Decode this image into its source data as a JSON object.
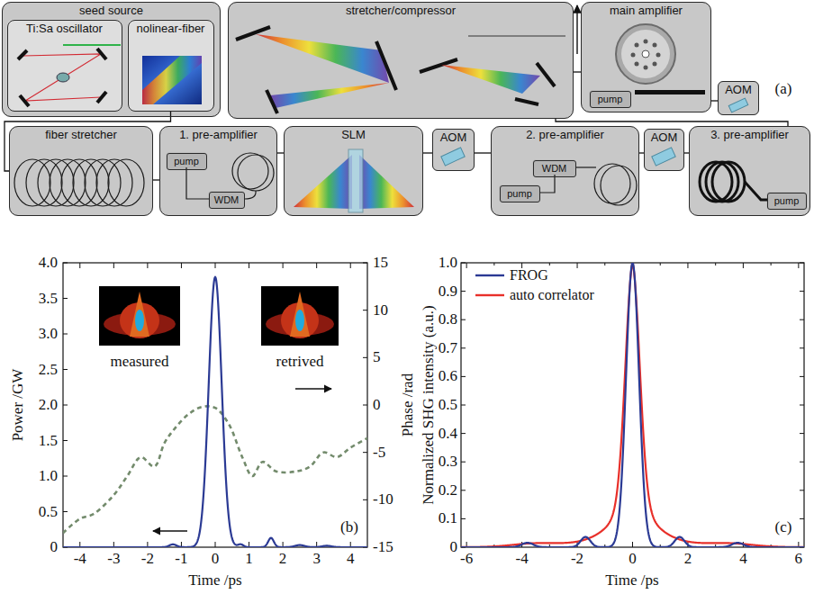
{
  "diagram": {
    "nodes": [
      {
        "text": [
          "seed source"
        ]
      },
      {
        "text": [
          "Ti:Sa oscillator"
        ],
        "in": 0
      },
      {
        "text": [
          "nolinear-fiber"
        ],
        "in": 0
      },
      {
        "text": [
          "stretcher/compressor"
        ]
      },
      {
        "text": [
          "main amplifier"
        ]
      },
      {
        "text": [
          "pump"
        ],
        "in": 4
      },
      {
        "text": [
          "AOM"
        ]
      },
      {
        "text": [
          "fiber stretcher"
        ]
      },
      {
        "text": [
          "1. pre-amplifier"
        ]
      },
      {
        "text": [
          "pump"
        ],
        "in": 8
      },
      {
        "text": [
          "WDM"
        ],
        "in": 8
      },
      {
        "text": [
          "SLM"
        ]
      },
      {
        "text": [
          "AOM"
        ]
      },
      {
        "text": [
          "2. pre-amplifier"
        ]
      },
      {
        "text": [
          "WDM"
        ],
        "in": 13
      },
      {
        "text": [
          "pump"
        ],
        "in": 13
      },
      {
        "text": [
          "AOM"
        ]
      },
      {
        "text": [
          "3. pre-amplifier"
        ]
      },
      {
        "text": [
          "pump"
        ],
        "in": 17
      }
    ],
    "edges": [
      {
        "from": 2,
        "to": 7,
        "arrow": "none"
      },
      {
        "from": 7,
        "to": 8,
        "arrow": "none"
      },
      {
        "from": 8,
        "to": 11,
        "arrow": "none"
      },
      {
        "from": 11,
        "to": 12,
        "arrow": "none"
      },
      {
        "from": 12,
        "to": 13,
        "arrow": "none"
      },
      {
        "from": 13,
        "to": 16,
        "arrow": "none"
      },
      {
        "from": 16,
        "to": 17,
        "arrow": "none"
      },
      {
        "from": 17,
        "to": 3,
        "arrow": "none"
      },
      {
        "from": 3,
        "to": 4,
        "arrow": "none"
      },
      {
        "from": 4,
        "to": 6,
        "arrow": "none"
      }
    ],
    "labels": [
      "(a)",
      "(b)",
      "(c)",
      "0",
      "0.5",
      "1.0",
      "1.5",
      "2.0",
      "2.5",
      "3.0",
      "3.5",
      "4.0",
      "15",
      "10",
      "5",
      "0",
      "-5",
      "-10",
      "-15",
      "-4",
      "-3",
      "-2",
      "-1",
      "0",
      "1",
      "2",
      "3",
      "4",
      "Power /GW",
      "Phase /rad",
      "Time /ps",
      "measured",
      "retrived",
      "0",
      "0.1",
      "0.2",
      "0.3",
      "0.4",
      "0.5",
      "0.6",
      "0.7",
      "0.8",
      "0.9",
      "1.0",
      "-6",
      "-4",
      "-2",
      "0",
      "2",
      "4",
      "6",
      "Normalized SHG intensity (a.u.)",
      "Time /ps"
    ],
    "legend": [
      {
        "text": "FROG"
      },
      {
        "text": "auto correlator"
      }
    ]
  }
}
